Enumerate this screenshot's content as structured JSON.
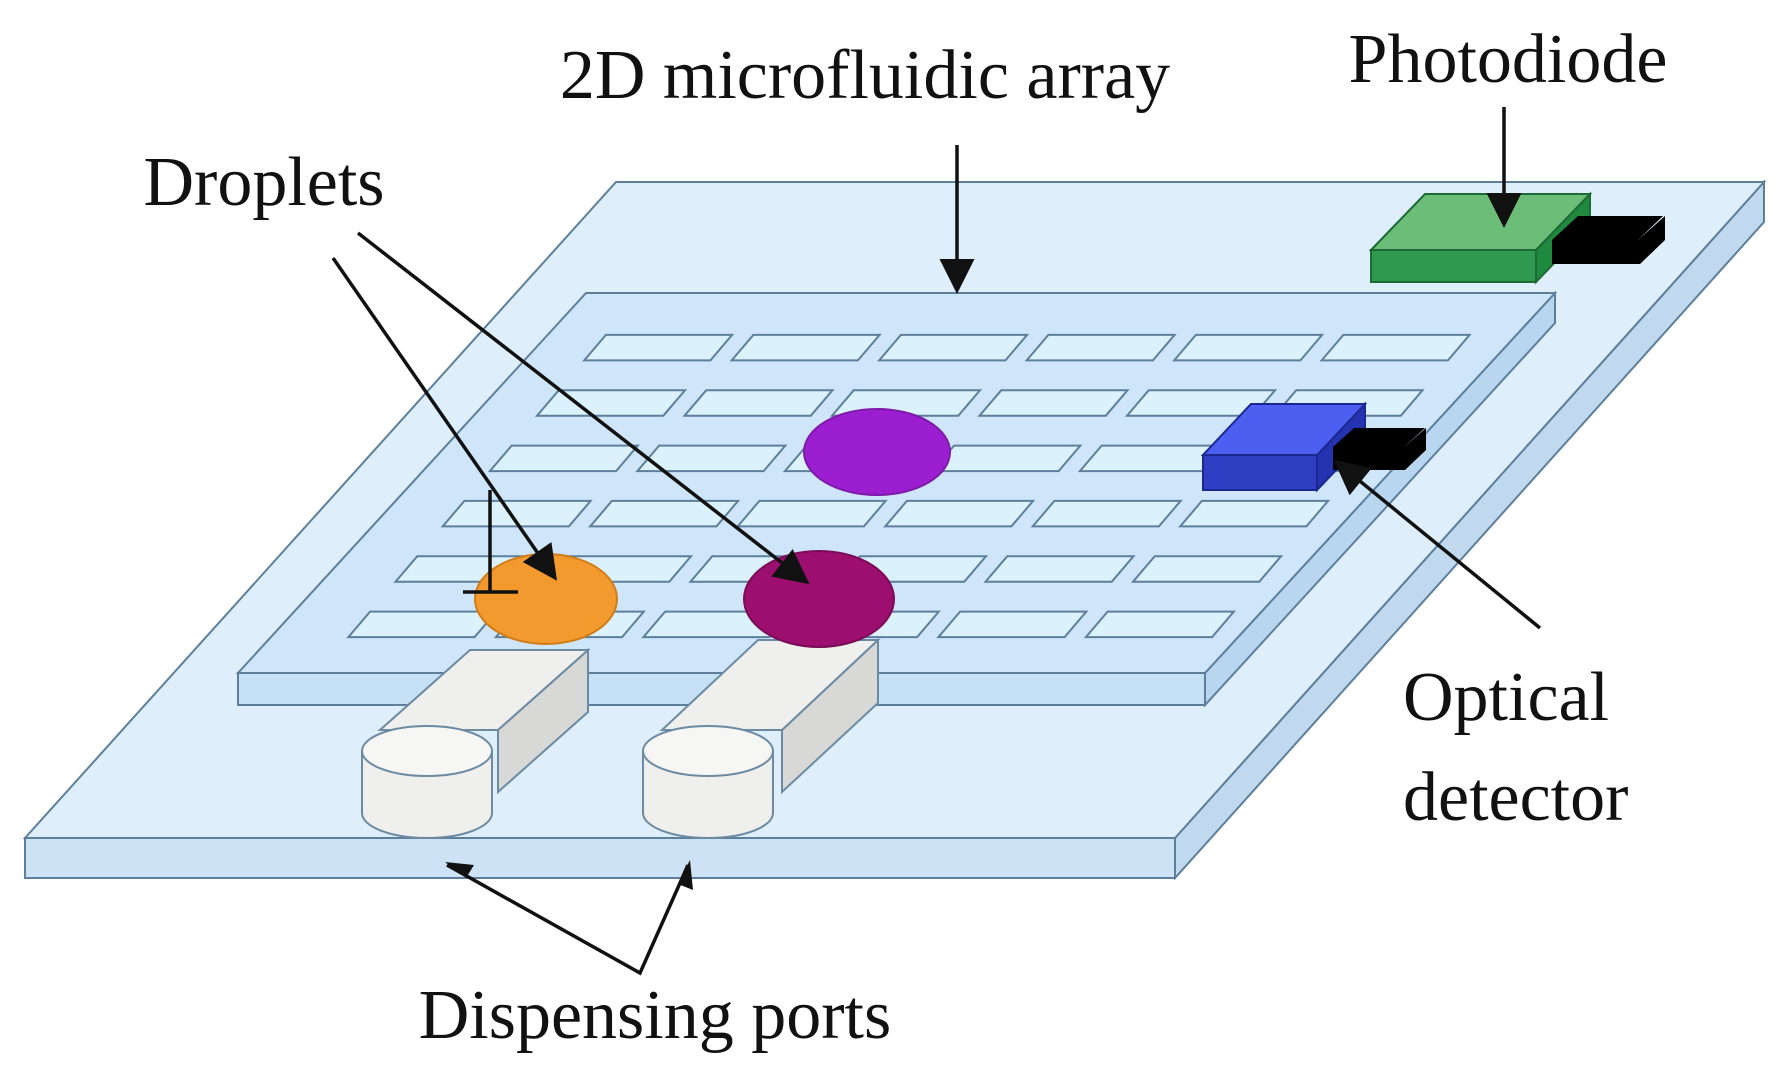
{
  "labels": {
    "array": "2D microfluidic array",
    "photodiode": "Photodiode",
    "droplets": "Droplets",
    "optical_line1": "Optical",
    "optical_line2": "detector",
    "ports": "Dispensing ports"
  },
  "grid": {
    "rows": 6,
    "columns": 6
  },
  "colors": {
    "substrate_fill": "#deeefb",
    "substrate_edge": "#5d7f9c",
    "array_fill": "#cfe6fa",
    "cell_fill": "#dbf1fb",
    "droplet_purple": "#9b1fd1",
    "droplet_orange": "#f39a2f",
    "droplet_magenta": "#9c0f6f",
    "photodiode": "#3aa35a",
    "optical_detector": "#3346d8",
    "connector": "#000000",
    "port": "#efefed"
  },
  "icons": [
    "droplet",
    "photodiode-block",
    "optical-detector-block",
    "dispensing-port-cylinder"
  ]
}
